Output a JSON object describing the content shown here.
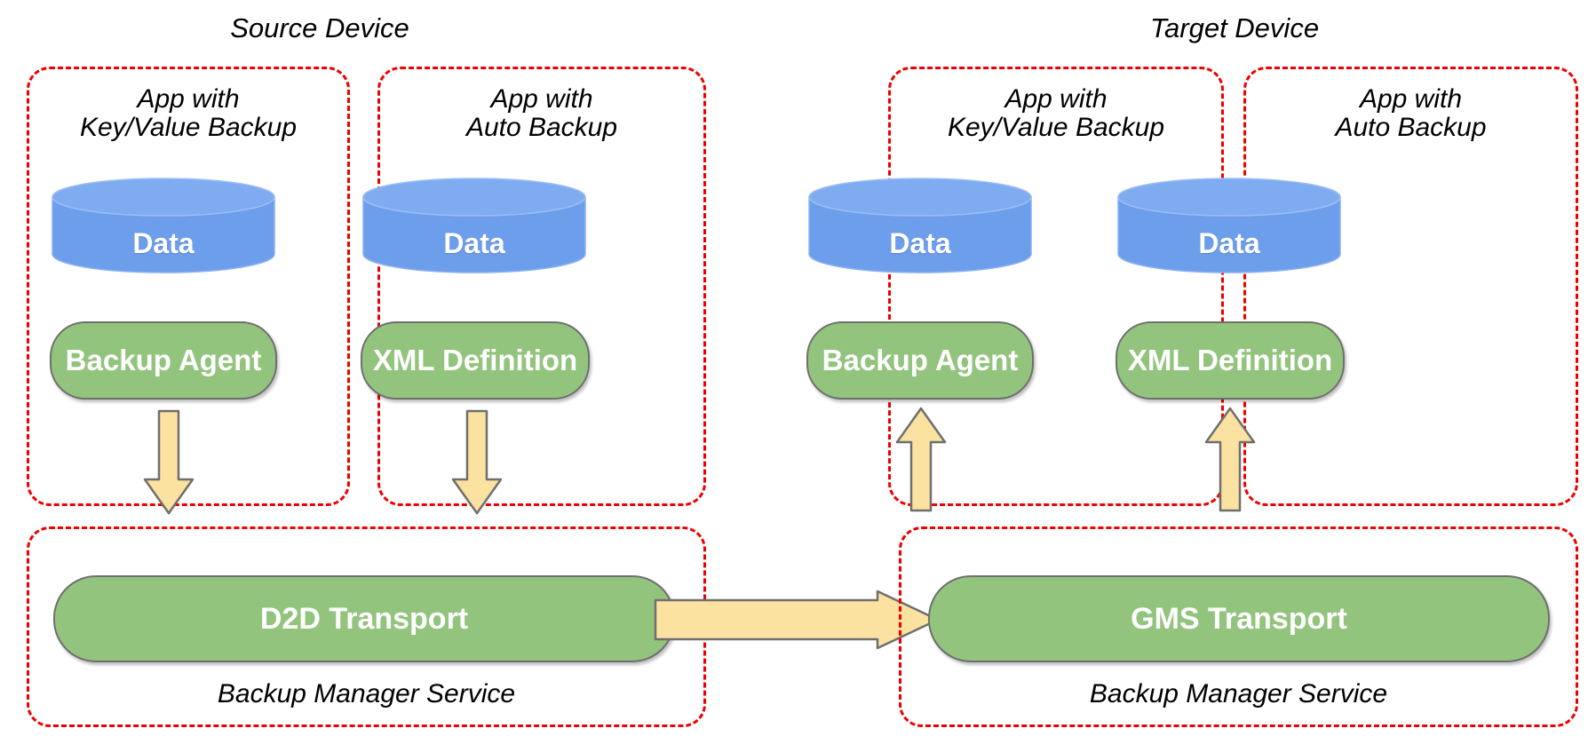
{
  "diagram": {
    "title_left": "Source Device",
    "title_right": "Target Device",
    "colors": {
      "dashed_border": "#ee0000",
      "cylinder_fill": "#6d9eeb",
      "cylinder_top": "#7facf0",
      "pill_fill": "#93c47d",
      "pill_stroke": "#6f6f6f",
      "arrow_fill": "#fce2a0",
      "arrow_stroke": "#6f6f6f",
      "text_on_shape": "#ffffff",
      "background": "#ffffff"
    }
  },
  "source_device": {
    "label": "Source Device",
    "apps": [
      {
        "title_line1": "App with",
        "title_line2": "Key/Value Backup",
        "data_label": "Data",
        "component_label": "Backup Agent",
        "arrow_direction": "down"
      },
      {
        "title_line1": "App with",
        "title_line2": "Auto Backup",
        "data_label": "Data",
        "component_label": "XML Definition",
        "arrow_direction": "down"
      }
    ],
    "service": {
      "transport_label": "D2D Transport",
      "service_label": "Backup Manager Service"
    }
  },
  "target_device": {
    "label": "Target Device",
    "apps": [
      {
        "title_line1": "App with",
        "title_line2": "Key/Value Backup",
        "data_label": "Data",
        "component_label": "Backup Agent",
        "arrow_direction": "up"
      },
      {
        "title_line1": "App with",
        "title_line2": "Auto Backup",
        "data_label": "Data",
        "component_label": "XML Definition",
        "arrow_direction": "up"
      }
    ],
    "service": {
      "transport_label": "GMS Transport",
      "service_label": "Backup Manager Service"
    }
  },
  "connector": {
    "between_transports": "arrow-right",
    "direction": "left-to-right"
  }
}
